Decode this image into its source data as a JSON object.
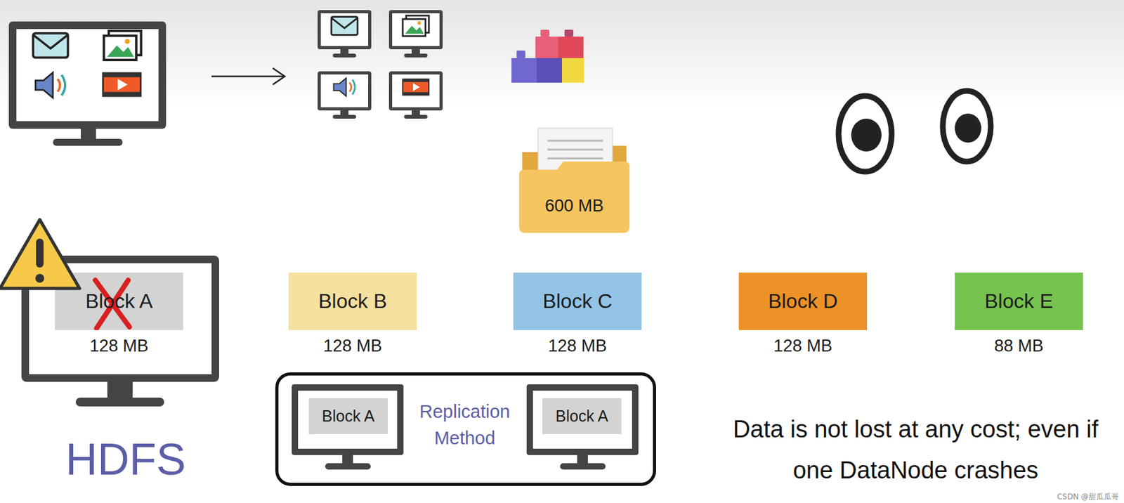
{
  "diagram": {
    "nodes": [
      {
        "text": [
          "600 MB"
        ]
      },
      {
        "text": [
          "Block A",
          "128 MB"
        ]
      },
      {
        "text": [
          "Block B",
          "128 MB"
        ]
      },
      {
        "text": [
          "Block C",
          "128 MB"
        ]
      },
      {
        "text": [
          "Block D",
          "128 MB"
        ]
      },
      {
        "text": [
          "Block E",
          "88 MB"
        ]
      },
      {
        "text": [
          "Replication Method"
        ]
      },
      {
        "text": [
          "Block A"
        ],
        "in": 6
      },
      {
        "text": [
          "Block A"
        ],
        "in": 6
      }
    ],
    "labels": [
      "HDFS",
      "Data is not lost at any cost; even if one DataNode crashes",
      "CSDN @甜瓜瓜哥"
    ]
  }
}
